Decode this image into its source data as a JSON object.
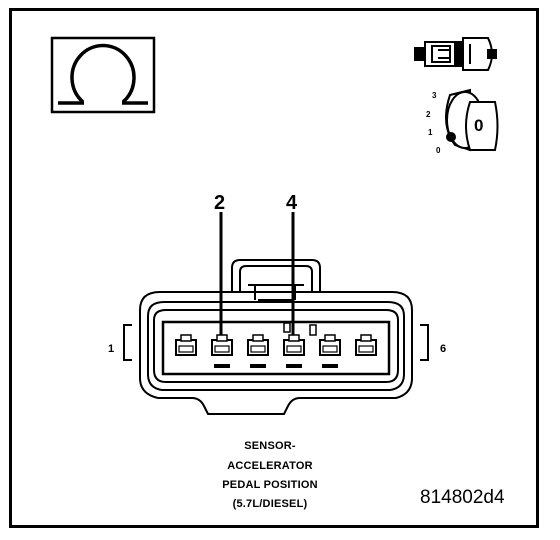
{
  "pins": {
    "left_arrow_label": "2",
    "right_arrow_label": "4"
  },
  "connector": {
    "end_left": "1",
    "end_right": "6"
  },
  "caption": {
    "line1": "SENSOR-",
    "line2": "ACCELERATOR",
    "line3": "PEDAL POSITION",
    "line4": "(5.7L/DIESEL)"
  },
  "figure_id": "814802d4",
  "ignition": {
    "pos0": "0",
    "pos1": "1",
    "pos2": "2",
    "pos3": "3",
    "key_mark": "0"
  },
  "icons": {
    "meter": "ohmmeter-icon",
    "connector_side": "harness-connector-icon",
    "ignition": "ignition-switch-icon"
  }
}
